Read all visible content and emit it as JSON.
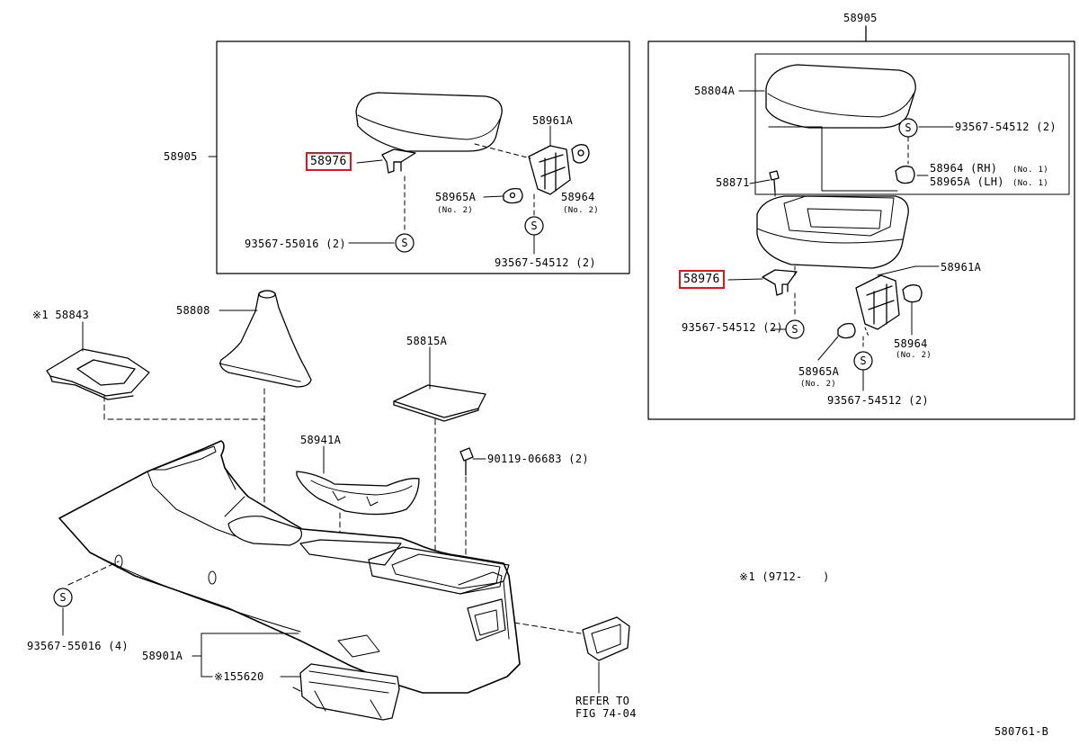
{
  "figure_number": "580761-B",
  "highlight_color": "#e8141c",
  "left_inset": {
    "assembly_label": "58905",
    "labels": {
      "p58976": "58976",
      "p58961A": "58961A",
      "p58965A": "58965A",
      "p58965A_qty": "(No. 2)",
      "p58964": "58964",
      "p58964_qty": "(No. 2)",
      "screw_a": "93567-55016 (2)",
      "screw_b": "93567-54512 (2)"
    }
  },
  "right_inset": {
    "assembly_label": "58905",
    "labels": {
      "p58804A": "58804A",
      "screw_top": "93567-54512 (2)",
      "p58964_rh": "58964 (RH)",
      "p58964_rh_qty": "(No. 1)",
      "p58965A_lh": "58965A (LH)",
      "p58965A_lh_qty": "(No. 1)",
      "p58871": "58871",
      "p58976": "58976",
      "p58961A": "58961A",
      "screw_mid": "93567-54512 (2)",
      "p58964": "58964",
      "p58964_qty": "(No. 2)",
      "p58965A": "58965A",
      "p58965A_qty": "(No. 2)",
      "screw_bottom": "93567-54512 (2)"
    }
  },
  "main": {
    "labels": {
      "p58843": "※1 58843",
      "p58808": "58808",
      "p58815A": "58815A",
      "p58941A": "58941A",
      "bolt": "90119-06683 (2)",
      "screw_left": "93567-55016 (4)",
      "p58901A": "58901A",
      "p155620": "※155620",
      "refer_line1": "REFER TO",
      "refer_line2": "FIG 74-04",
      "note": "※1 (9712-   )"
    }
  },
  "screw_symbol": "S"
}
